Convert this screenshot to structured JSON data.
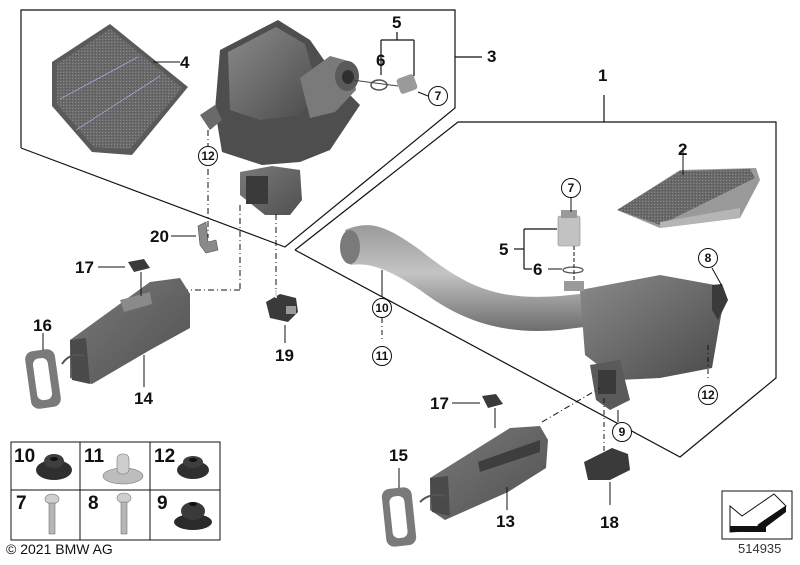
{
  "diagram": {
    "title": "Intake silencer / filter cartridge parts diagram",
    "colors": {
      "line": "#111111",
      "part_dark": "#3a3a3a",
      "part_mid": "#6e6e6e",
      "part_light": "#a9a9a9",
      "background": "#ffffff"
    },
    "callouts": {
      "p1": "1",
      "p2": "2",
      "p3": "3",
      "p4": "4",
      "p5_top": "5",
      "p6_top": "6",
      "p7_top": "7",
      "p5_mid": "5",
      "p6_mid": "6",
      "p7_mid": "7",
      "p8": "8",
      "p9": "9",
      "p10": "10",
      "p11": "11",
      "p12_left": "12",
      "p12_right": "12",
      "p13": "13",
      "p14": "14",
      "p15": "15",
      "p16": "16",
      "p17_left": "17",
      "p17_right": "17",
      "p18": "18",
      "p19": "19",
      "p20": "20"
    },
    "hardware_table": {
      "cells": [
        {
          "label": "10",
          "part": "grommet"
        },
        {
          "label": "11",
          "part": "spring-nut"
        },
        {
          "label": "12",
          "part": "grommet"
        },
        {
          "label": "7",
          "part": "screw"
        },
        {
          "label": "8",
          "part": "self-tapping-screw"
        },
        {
          "label": "9",
          "part": "rubber-mount"
        }
      ]
    },
    "footer": {
      "copyright": "© 2021 BMW AG",
      "diagram_id": "514935"
    }
  }
}
